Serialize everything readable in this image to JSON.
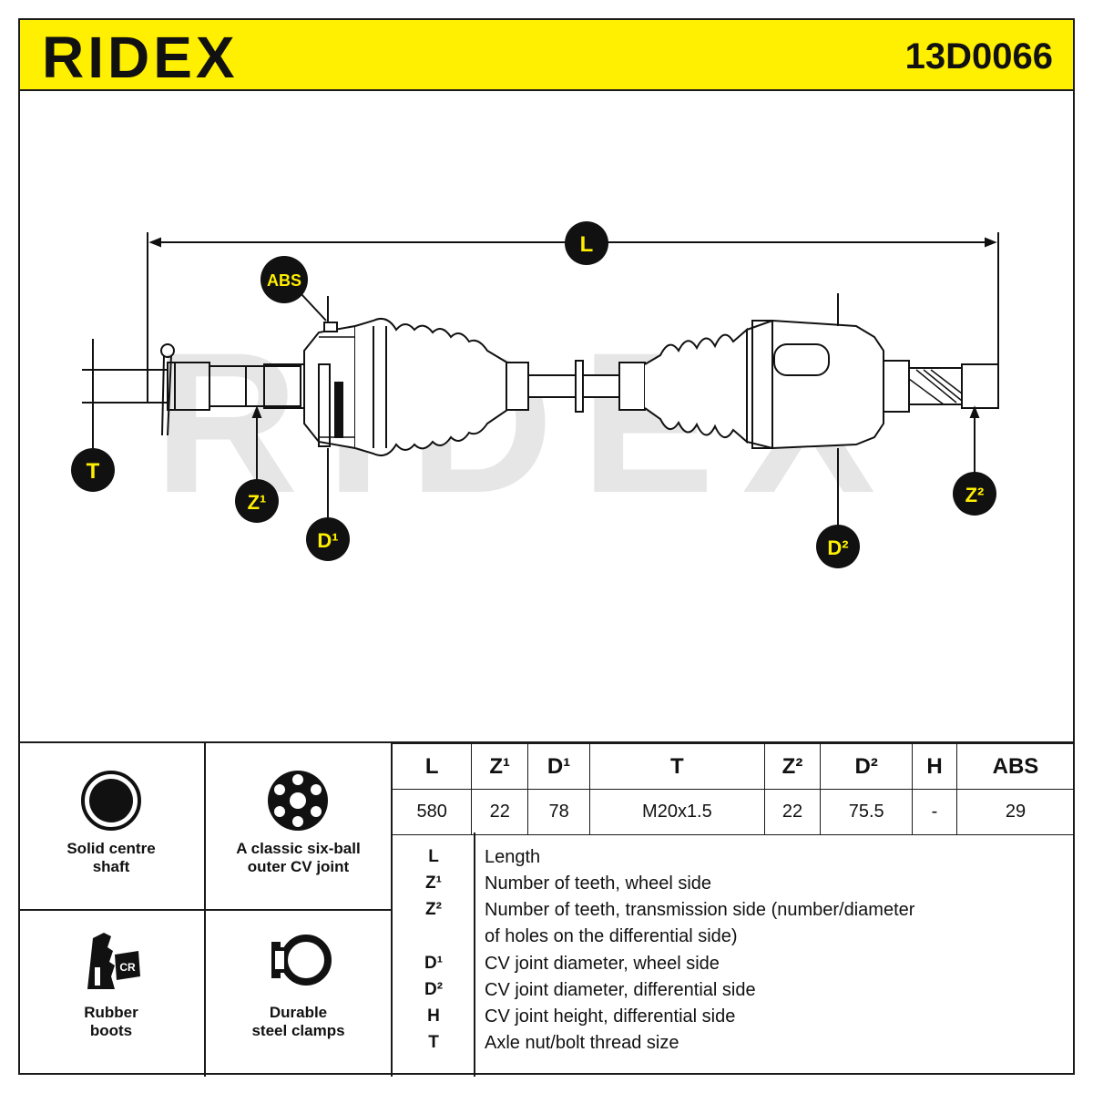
{
  "header": {
    "brand": "RIDEX",
    "part_number": "13D0066"
  },
  "diagram": {
    "watermark": "RIDEX",
    "callouts": {
      "L": "L",
      "ABS": "ABS",
      "T": "T",
      "Z1": "Z¹",
      "D1": "D¹",
      "Z2": "Z²",
      "D2": "D²"
    },
    "colors": {
      "callout_bg": "#111111",
      "callout_text": "#ffef00",
      "line": "#111111",
      "watermark": "#e6e6e6"
    }
  },
  "features": [
    {
      "label_line1": "Solid centre",
      "label_line2": "shaft",
      "icon": "solid-shaft-icon"
    },
    {
      "label_line1": "A classic six-ball",
      "label_line2": "outer CV joint",
      "icon": "six-ball-joint-icon"
    },
    {
      "label_line1": "Rubber",
      "label_line2": "boots",
      "icon": "rubber-boot-icon",
      "badge": "CR"
    },
    {
      "label_line1": "Durable",
      "label_line2": "steel clamps",
      "icon": "steel-clamp-icon"
    }
  ],
  "spec_table": {
    "headers": [
      "L",
      "Z¹",
      "D¹",
      "T",
      "Z²",
      "D²",
      "H",
      "ABS"
    ],
    "values": [
      "580",
      "22",
      "78",
      "M20x1.5",
      "22",
      "75.5",
      "-",
      "29"
    ]
  },
  "legend": [
    {
      "key": "L",
      "text": "Length"
    },
    {
      "key": "Z¹",
      "text": "Number of teeth, wheel side"
    },
    {
      "key": "Z²",
      "text": "Number of teeth, transmission side (number/diameter"
    },
    {
      "key": "",
      "text": "of holes on the differential side)"
    },
    {
      "key": "D¹",
      "text": "CV joint diameter, wheel side"
    },
    {
      "key": "D²",
      "text": "CV joint diameter, differential side"
    },
    {
      "key": "H",
      "text": "CV joint height, differential side"
    },
    {
      "key": "T",
      "text": "Axle nut/bolt thread size"
    }
  ],
  "brand_color": "#ffef00"
}
